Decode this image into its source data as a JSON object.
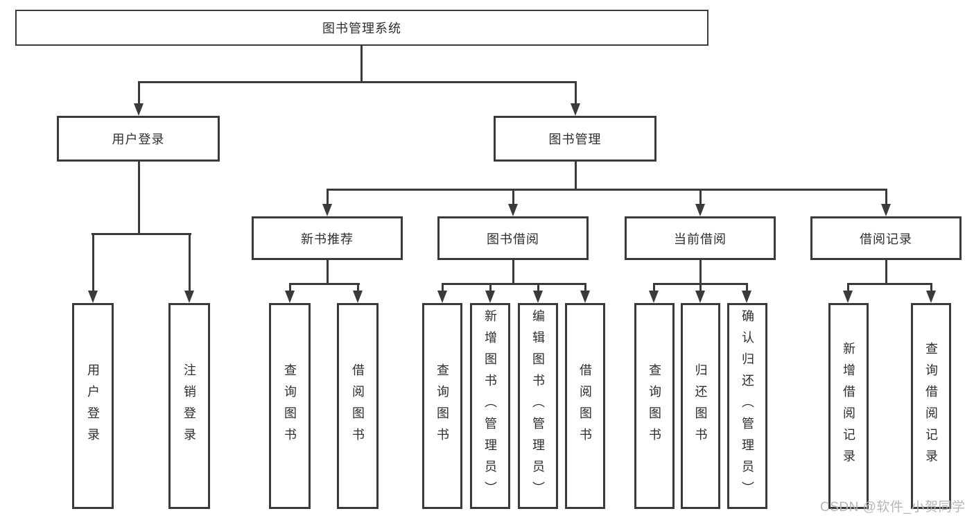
{
  "diagram": {
    "colors": {
      "line": "#3a3a3a",
      "box_border": "#3a3a3a",
      "text": "#2e2e2e",
      "background": "#ffffff",
      "watermark": "#b6b6b6"
    },
    "root": {
      "label": "图书管理系统"
    },
    "level2": [
      {
        "id": "user-login",
        "label": "用户登录"
      },
      {
        "id": "book-management",
        "label": "图书管理"
      }
    ],
    "level3": [
      {
        "id": "new-book-recommendation",
        "label": "新书推荐"
      },
      {
        "id": "book-borrowing",
        "label": "图书借阅"
      },
      {
        "id": "current-borrowing",
        "label": "当前借阅"
      },
      {
        "id": "borrowing-records",
        "label": "借阅记录"
      }
    ],
    "leaves": {
      "user_login": [
        {
          "label": "用户登录"
        },
        {
          "label": "注销登录"
        }
      ],
      "new_book_recommendation": [
        {
          "label": "查询图书"
        },
        {
          "label": "借阅图书"
        }
      ],
      "book_borrowing": [
        {
          "label": "查询图书"
        },
        {
          "label": "新增图书（管理员）"
        },
        {
          "label": "编辑图书（管理员）"
        },
        {
          "label": "借阅图书"
        }
      ],
      "current_borrowing": [
        {
          "label": "查询图书"
        },
        {
          "label": "归还图书"
        },
        {
          "label": "确认归还（管理员）"
        }
      ],
      "borrowing_records": [
        {
          "label": "新增借阅记录"
        },
        {
          "label": "查询借阅记录"
        }
      ]
    }
  },
  "watermark": {
    "text": "CSDN @软件_小贺同学"
  }
}
